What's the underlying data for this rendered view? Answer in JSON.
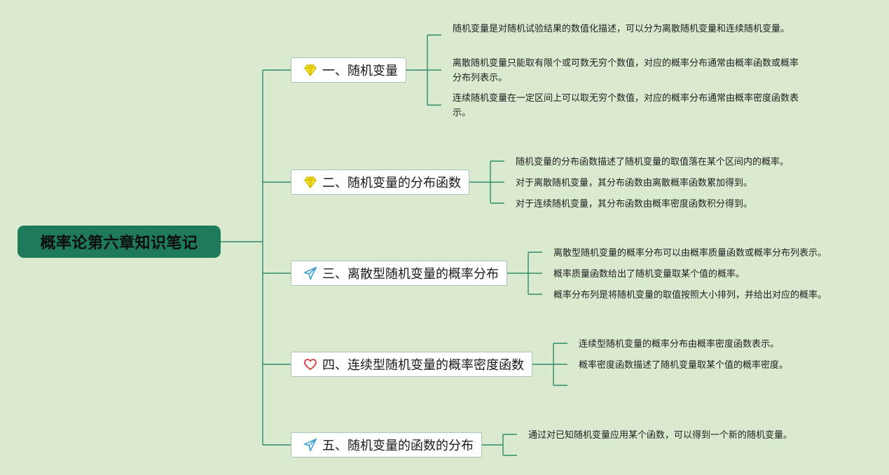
{
  "root": {
    "title": "概率论第六章知识笔记"
  },
  "branches": [
    {
      "label": "一、随机变量",
      "icon": "diamond-icon",
      "leaves": [
        "随机变量是对随机试验结果的数值化描述，可以分为离散随机变量和连续随机变量。",
        "离散随机变量只能取有限个或可数无穷个数值，对应的概率分布通常由概率函数或概率分布列表示。",
        "连续随机变量在一定区间上可以取无穷个数值，对应的概率分布通常由概率密度函数表示。"
      ]
    },
    {
      "label": "二、随机变量的分布函数",
      "icon": "diamond-icon",
      "leaves": [
        "随机变量的分布函数描述了随机变量的取值落在某个区间内的概率。",
        "对于离散随机变量，其分布函数由离散概率函数累加得到。",
        "对于连续随机变量，其分布函数由概率密度函数积分得到。"
      ]
    },
    {
      "label": "三、离散型随机变量的概率分布",
      "icon": "paper-plane-icon",
      "leaves": [
        "离散型随机变量的概率分布可以由概率质量函数或概率分布列表示。",
        "概率质量函数给出了随机变量取某个值的概率。",
        "概率分布列是将随机变量的取值按照大小排列，并给出对应的概率。"
      ]
    },
    {
      "label": "四、连续型随机变量的概率密度函数",
      "icon": "heart-icon",
      "leaves": [
        "连续型随机变量的概率分布由概率密度函数表示。",
        "概率密度函数描述了随机变量取某个值的概率密度。",
        ""
      ]
    },
    {
      "label": "五、随机变量的函数的分布",
      "icon": "paper-plane-icon",
      "leaves": [
        "通过对已知随机变量应用某个函数，可以得到一个新的随机变量。",
        ""
      ]
    }
  ],
  "colors": {
    "background": "#daeacf",
    "root_fill": "#1f7a5c",
    "connector": "#2e8b6a",
    "diamond": "#f2e022",
    "plane": "#3a9fd6",
    "heart": "#d8302c"
  }
}
